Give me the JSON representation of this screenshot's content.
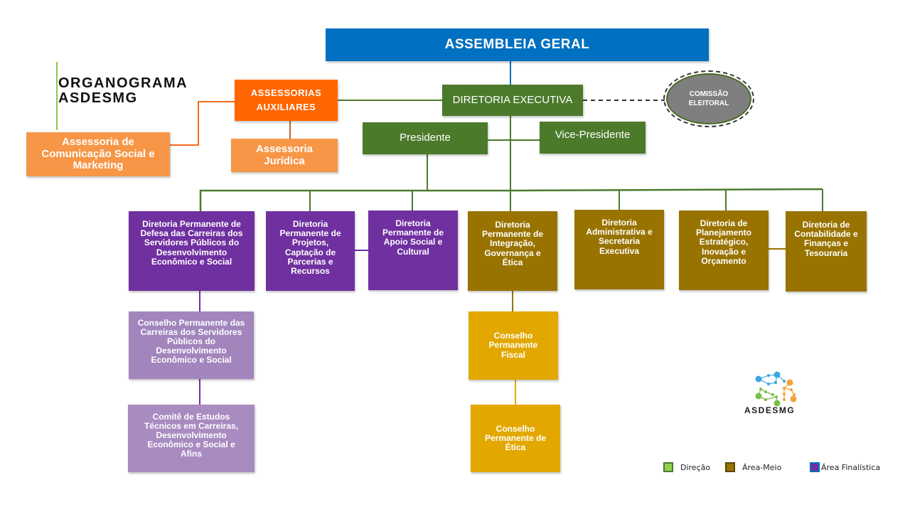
{
  "title": {
    "line1": "ORGANOGRAMA",
    "line2": "ASDESMG"
  },
  "colors": {
    "blue": "#0070c0",
    "green_dark": "#4b7a2b",
    "orange_dark": "#ff6600",
    "orange_light": "#f79646",
    "purple": "#7030a0",
    "purple_light": "#a285bd",
    "brown": "#997300",
    "gold": "#e2a800",
    "gray": "#7f7f7f"
  },
  "nodes": {
    "assembleia": "ASSEMBLEIA GERAL",
    "diretoria_executiva": "DIRETORIA EXECUTIVA",
    "comissao_eleitoral": {
      "line1": "COMISSÃO",
      "line2": "ELEITORAL"
    },
    "assessorias_auxiliares": {
      "line1": "ASSESSORIAS",
      "line2": "AUXILIARES"
    },
    "assessoria_comunicacao": "Assessoria de Comunicação Social e Marketing",
    "assessoria_juridica": "Assessoria Jurídica",
    "presidente": "Presidente",
    "vice_presidente": "Vice-Presidente",
    "diretorias": [
      {
        "label": "Diretoria Permanente de Defesa das Carreiras dos Servidores Públicos do Desenvolvimento Econômico  e Social",
        "area": "Área Finalística"
      },
      {
        "label": "Diretoria Permanente de Projetos, Captação de Parcerias e Recursos",
        "area": "Área Finalística"
      },
      {
        "label": "Diretoria Permanente de Apoio Social e Cultural",
        "area": "Área Finalística"
      },
      {
        "label": "Diretoria Permanente de Integração, Governança e Ética",
        "area": "Área-Meio"
      },
      {
        "label": "Diretoria Administrativa e Secretaria Executiva",
        "area": "Área-Meio"
      },
      {
        "label": "Diretoria de Planejamento Estratégico, Inovação e Orçamento",
        "area": "Área-Meio"
      },
      {
        "label": "Diretoria de Contabilidade e Finanças e Tesouraria",
        "area": "Área-Meio"
      }
    ],
    "conselho_carreiras": "Conselho Permanente das Carreiras dos Servidores Públicos do Desenvolvimento Econômico  e Social",
    "comite_estudos": "Comitê de Estudos Técnicos em Carreiras, Desenvolvimento Econômico  e Social e Afins",
    "conselho_fiscal": "Conselho Permanente Fiscal",
    "conselho_etica": "Conselho Permanente de Ética"
  },
  "logo": {
    "text": "ASDESMG"
  },
  "legend": [
    {
      "label": "Direção",
      "color": "#92d050",
      "border": "#4b7a2b"
    },
    {
      "label": "Área-Meio",
      "color": "#997300",
      "border": "#5c4500"
    },
    {
      "label": "Área Finalística",
      "color": "#7030a0",
      "border": "#0070c0"
    }
  ]
}
